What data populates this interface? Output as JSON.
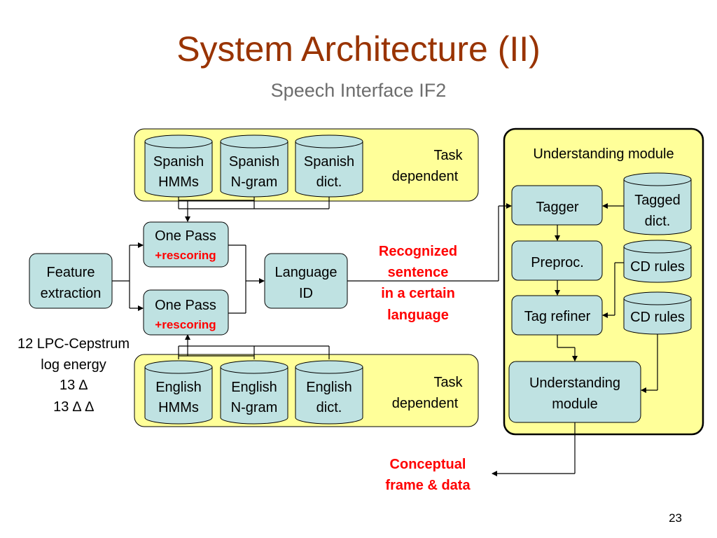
{
  "slide": {
    "title": "System Architecture (II)",
    "subtitle": "Speech Interface IF2",
    "page_number": "23"
  },
  "spanish_group": {
    "hmms": [
      "Spanish",
      "HMMs"
    ],
    "ngram": [
      "Spanish",
      "N-gram"
    ],
    "dict": [
      "Spanish",
      "dict."
    ],
    "task_label": [
      "Task",
      "dependent"
    ]
  },
  "english_group": {
    "hmms": [
      "English",
      "HMMs"
    ],
    "ngram": [
      "English",
      "N-gram"
    ],
    "dict": [
      "English",
      "dict."
    ],
    "task_label": [
      "Task",
      "dependent"
    ]
  },
  "recognizer": {
    "feature": [
      "Feature",
      "extraction"
    ],
    "feature_params": [
      "12 LPC-Cepstrum",
      "log energy",
      "13 ∆",
      "13 ∆ ∆"
    ],
    "one_pass_top": "One Pass",
    "rescoring_top": "+rescoring",
    "one_pass_bottom": "One Pass",
    "rescoring_bottom": "+rescoring",
    "language_id": [
      "Language",
      "ID"
    ],
    "recognized": [
      "Recognized",
      "sentence",
      "in a certain",
      "language"
    ]
  },
  "understanding": {
    "panel_title": "Understanding module",
    "tagger": "Tagger",
    "tagged_dict": [
      "Tagged",
      "dict."
    ],
    "preproc": "Preproc.",
    "cd_rules_1": "CD rules",
    "tag_refiner": "Tag refiner",
    "cd_rules_2": "CD rules",
    "module": [
      "Understanding",
      "module"
    ],
    "output": [
      "Conceptual",
      "frame & data"
    ]
  },
  "colors": {
    "title": "#993300",
    "subtitle": "#6d6d6d",
    "panel_fill": "#ffff99",
    "box_fill": "#bfe2e2",
    "highlight_text": "#ff0000"
  }
}
